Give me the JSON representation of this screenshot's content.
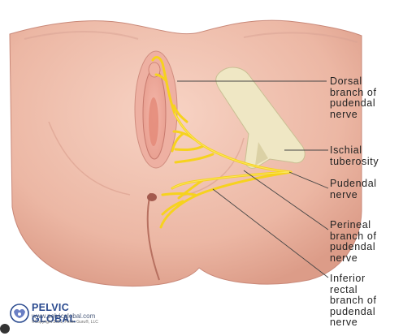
{
  "diagram": {
    "labels": {
      "dorsal": [
        "Dorsal",
        "branch of",
        "pudendal",
        "nerve"
      ],
      "ischial": [
        "Ischial",
        "tuberosity"
      ],
      "pudendal": [
        "Pudendal",
        "nerve"
      ],
      "perineal": [
        "Perineal",
        "branch of",
        "pudendal",
        "nerve"
      ],
      "inferior_rectal": [
        "Inferior",
        "rectal",
        "branch of",
        "pudendal",
        "nerve"
      ]
    },
    "colors": {
      "skin": "#f2c7b6",
      "skin_shadow": "#d99a88",
      "nerve": "#f6d21e",
      "bone": "#eee6c2",
      "logo_blue": "#2a4a8f"
    }
  },
  "logo": {
    "name": "PELVIC GLOBAL",
    "url": "www.pelvicglobal.com",
    "copyright": "©Copyright 2021, Pelvic Guru®, LLC"
  }
}
